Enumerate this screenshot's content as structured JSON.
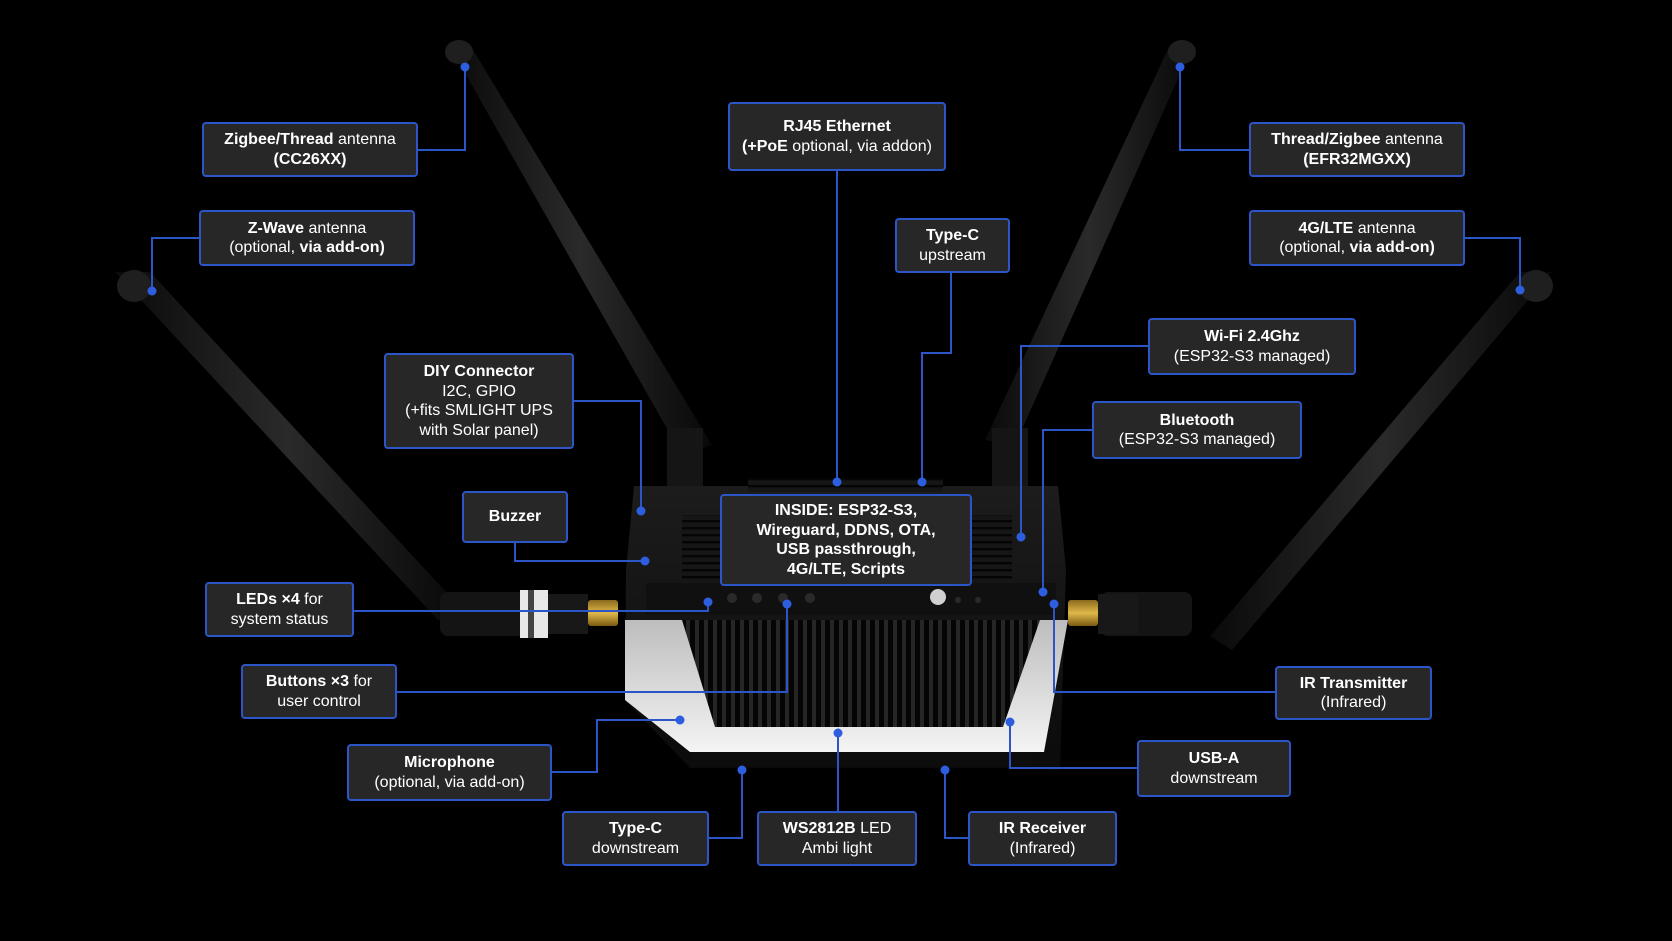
{
  "colors": {
    "background": "#000000",
    "box_fill": "#272727",
    "box_border": "#2c56c8",
    "leader": "#2c56c8",
    "text": "#ffffff"
  },
  "labels": {
    "zigbee_thread": {
      "bold": "Zigbee/Thread",
      "rest": " antenna",
      "line2": "(CC26XX)"
    },
    "zwave": {
      "bold": "Z-Wave",
      "rest": " antenna",
      "line2_pre": "(optional, ",
      "line2_bold": "via add-on)"
    },
    "rj45": {
      "bold": "RJ45 Ethernet",
      "line2_bold": "(+PoE",
      "line2_rest": " optional, via addon)"
    },
    "type_c_up": {
      "bold": "Type-C",
      "line2": "upstream"
    },
    "thread_zigbee": {
      "bold": "Thread/Zigbee",
      "rest": " antenna",
      "line2": "(EFR32MGXX)"
    },
    "lte": {
      "bold": "4G/LTE",
      "rest": " antenna",
      "line2_pre": "(optional, ",
      "line2_bold": "via add-on)"
    },
    "wifi": {
      "bold": "Wi-Fi 2.4Ghz",
      "line2": "(ESP32-S3 managed)"
    },
    "bluetooth": {
      "bold": "Bluetooth",
      "line2": "(ESP32-S3 managed)"
    },
    "diy": {
      "bold": "DIY Connector",
      "line2": "I2C, GPIO",
      "line3": "(+fits SMLIGHT UPS",
      "line4": "with Solar panel)"
    },
    "buzzer": {
      "bold": "Buzzer"
    },
    "inside": {
      "line1": "INSIDE: ESP32-S3,",
      "line2": "Wireguard, DDNS, OTA,",
      "line3": "USB passthrough,",
      "line4": "4G/LTE, Scripts"
    },
    "leds": {
      "bold": "LEDs ×4",
      "rest": " for",
      "line2": "system status"
    },
    "buttons": {
      "bold": "Buttons ×3",
      "rest": " for",
      "line2": "user control"
    },
    "ir_tx": {
      "bold": "IR Transmitter",
      "line2": "(Infrared)"
    },
    "microphone": {
      "bold": "Microphone",
      "line2": "(optional, via add-on)"
    },
    "usb_a": {
      "bold": "USB-A",
      "line2": "downstream"
    },
    "type_c_down": {
      "bold": "Type-C",
      "line2": "downstream"
    },
    "ws2812b": {
      "bold": "WS2812B",
      "rest": " LED",
      "line2": "Ambi light"
    },
    "ir_rx": {
      "bold": "IR Receiver",
      "line2": "(Infrared)"
    }
  }
}
